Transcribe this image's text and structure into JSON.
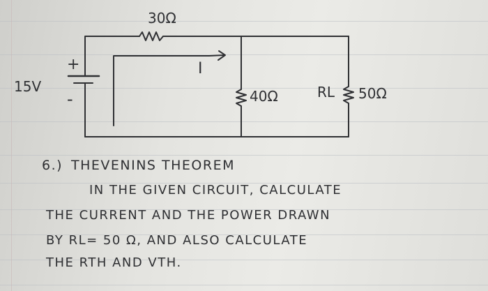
{
  "circuit": {
    "series_resistor": "30Ω",
    "source_voltage": "15V",
    "plus_sign": "+",
    "minus_sign": "-",
    "current_label": "I",
    "shunt_resistor": "40Ω",
    "load_name": "RL",
    "load_resistor": "50Ω"
  },
  "question": {
    "number": "6.)",
    "heading": "THEVENINS THEOREM",
    "lines": [
      "IN THE GIVEN CIRCUIT, CALCULATE",
      "THE CURRENT AND THE POWER DRAWN",
      "BY RL= 50 Ω, AND ALSO CALCULATE",
      "THE RTH AND VTH."
    ]
  },
  "colors": {
    "ink": "#2f3033",
    "paper": "#e6e6e2",
    "rule": "#b9bdc3"
  }
}
